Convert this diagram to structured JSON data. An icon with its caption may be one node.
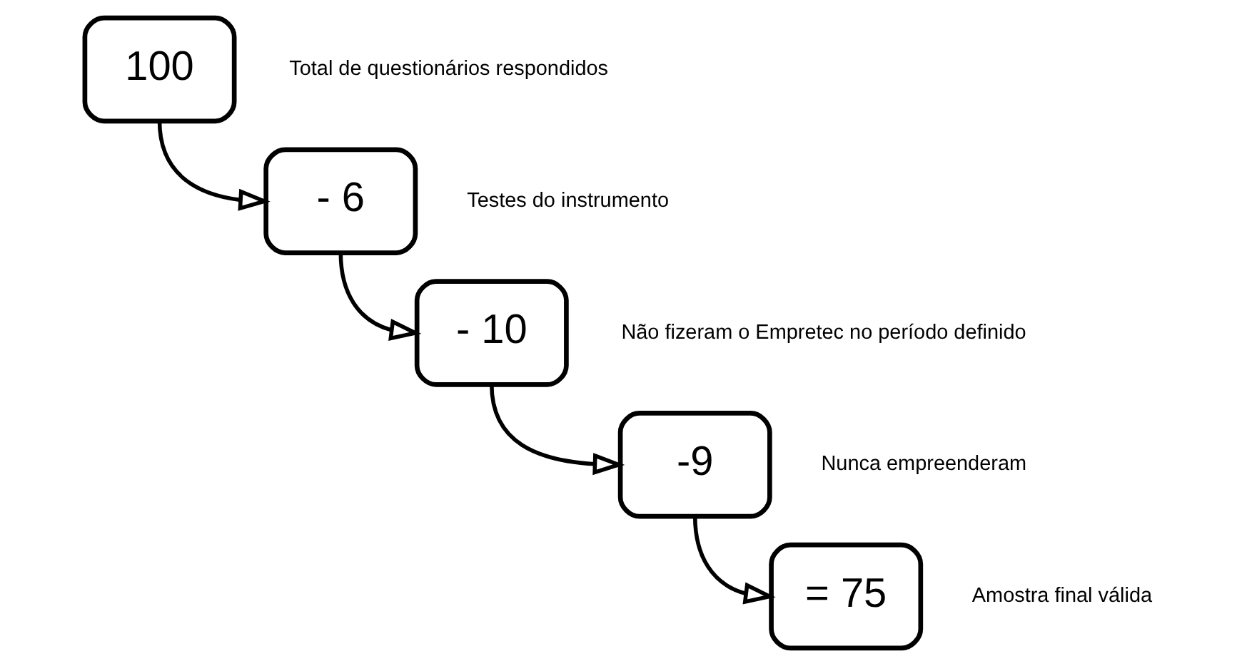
{
  "diagram": {
    "nodes": [
      {
        "text": [
          "100"
        ],
        "beside": [
          "Total de questionários respondidos"
        ]
      },
      {
        "text": [
          "- 6"
        ],
        "beside": [
          "Testes do instrumento"
        ]
      },
      {
        "text": [
          "- 10"
        ],
        "beside": [
          "Não fizeram o Empretec no período definido"
        ]
      },
      {
        "text": [
          "-9"
        ],
        "beside": [
          "Nunca empreenderam"
        ]
      },
      {
        "text": [
          "= 75"
        ],
        "beside": [
          "Amostra final válida"
        ]
      }
    ],
    "edges": [
      {
        "from": 0,
        "to": 1,
        "arrow": "to"
      },
      {
        "from": 1,
        "to": 2,
        "arrow": "to"
      },
      {
        "from": 2,
        "to": 3,
        "arrow": "to"
      },
      {
        "from": 3,
        "to": 4,
        "arrow": "to"
      }
    ]
  }
}
